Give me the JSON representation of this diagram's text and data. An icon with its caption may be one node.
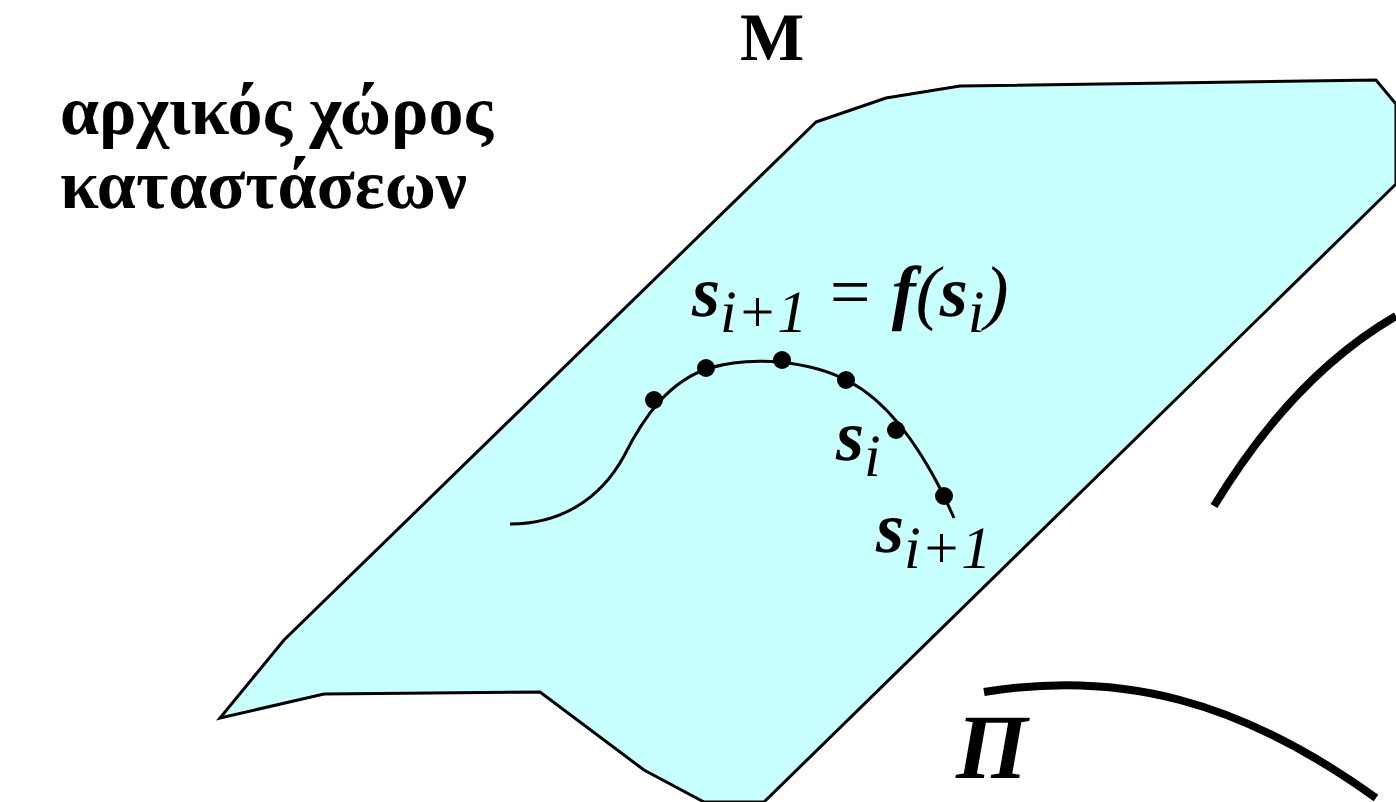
{
  "diagram": {
    "labels": [
      "M",
      "αρχικός χώρος καταστάσεων",
      "**s**$_{i+1}$ = **f**(**s**$_{i}$)",
      "**s**$_{i}$",
      "**s**$_{i+1}$",
      "Π"
    ]
  }
}
